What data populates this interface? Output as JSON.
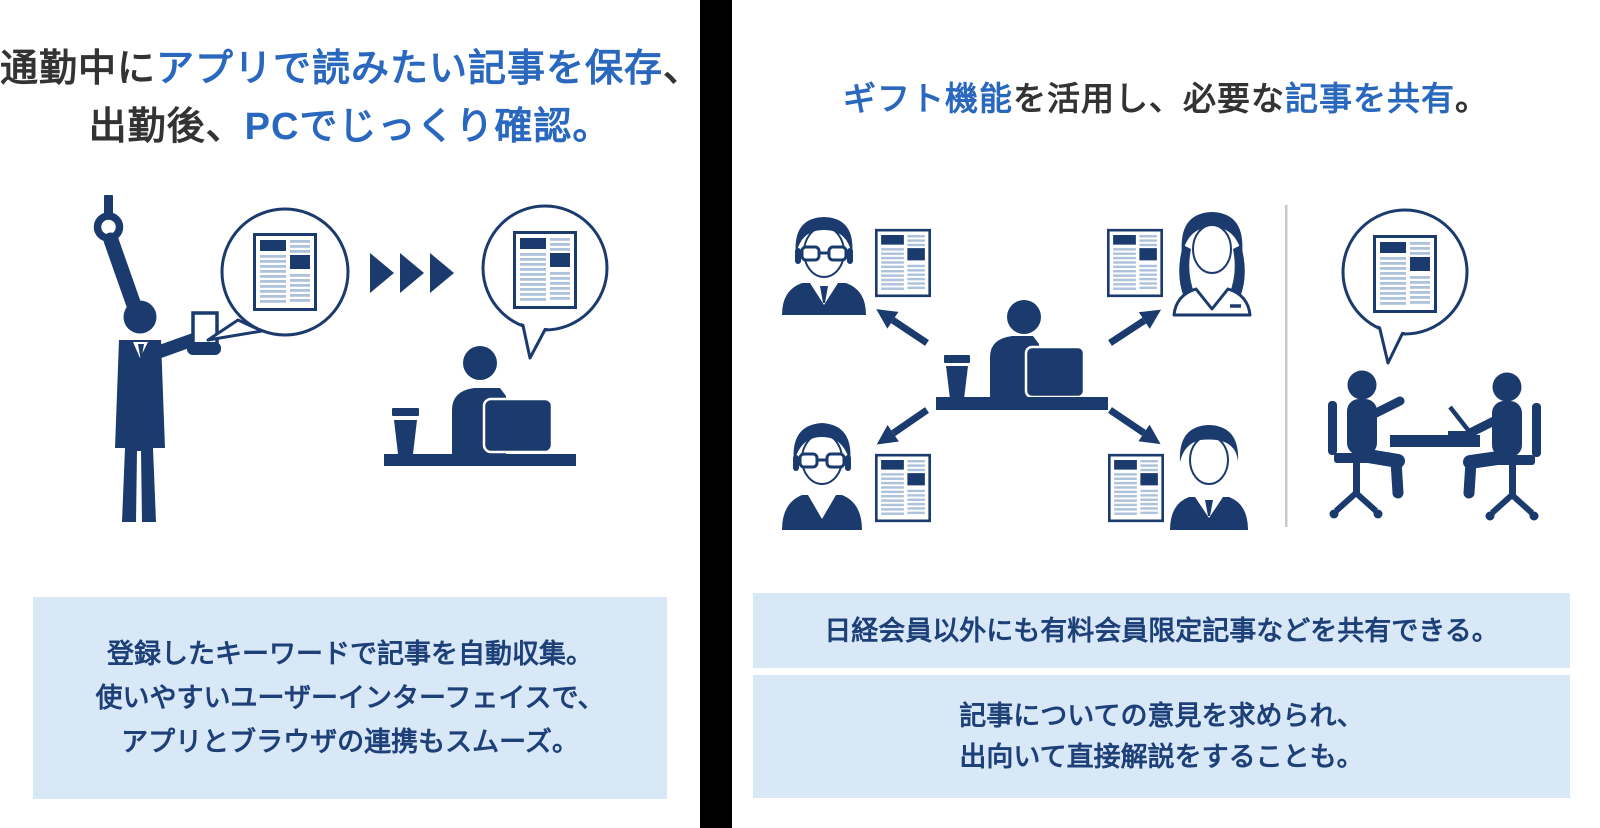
{
  "colors": {
    "silhouette_navy": "#1B3A6D",
    "newspaper_line_blue": "#ADC2DC",
    "title_blue": "#2A68BF",
    "title_dark": "#333333",
    "caption_box_bg": "#D8E8F6",
    "caption_text_navy": "#1E4079",
    "center_divider_black": "#000000",
    "scene_divider_gray": "#C9C9C9"
  },
  "left_panel": {
    "title": {
      "line1": {
        "seg1": "通勤中に",
        "seg2": "アプリで読みたい記事を保存",
        "seg3": "、"
      },
      "line2": {
        "seg1": "出勤後、",
        "seg2": "PCでじっくり確認。"
      }
    },
    "illustration": {
      "icons": [
        "train-strap-icon",
        "commuter-holding-phone-icon",
        "speech-bubble-article-icon",
        "triple-chevron-arrow-icon",
        "speech-bubble-article-icon",
        "coffee-cup-icon",
        "worker-at-desk-laptop-icon"
      ]
    },
    "caption_box": {
      "line1": "登録したキーワードで記事を自動収集。",
      "line2": "使いやすいユーザーインターフェイスで、",
      "line3": "アプリとブラウザの連携もスムーズ。"
    }
  },
  "right_panel": {
    "title": {
      "seg1": "ギフト機能",
      "seg2": "を活用し、必要な",
      "seg3": "記事を共有",
      "seg4": "。"
    },
    "illustration": {
      "icons": [
        "man-glasses-avatar-icon",
        "article-icon",
        "woman-avatar-icon",
        "sharer-at-desk-laptop-icon",
        "coffee-cup-icon",
        "share-arrow-icon",
        "man-vneck-glasses-avatar-icon",
        "man-suit-avatar-icon",
        "scene-divider-line",
        "speech-bubble-article-icon",
        "meeting-at-table-icon",
        "office-chair-icon"
      ]
    },
    "caption_box_1": {
      "line1": "日経会員以外にも有料会員限定記事などを共有できる。"
    },
    "caption_box_2": {
      "line1": "記事についての意見を求められ、",
      "line2": "出向いて直接解説をすることも。"
    }
  }
}
